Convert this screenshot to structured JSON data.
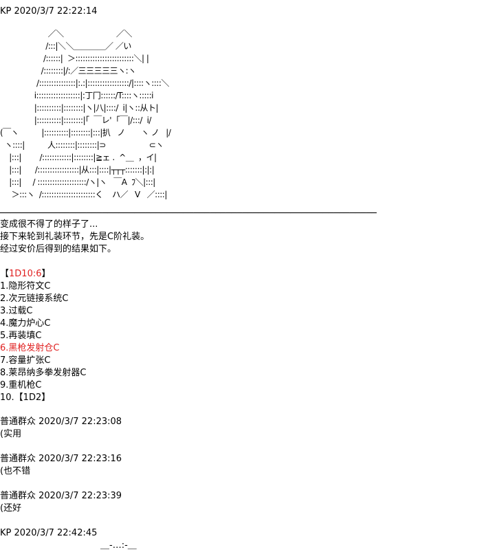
{
  "posts": {
    "kp_header_1": "KP 2020/3/7 22:22:14",
    "ascii_art": "                     ／＼                       ／＼\n                    /:::|＼＼＿＿＿＿／ ／い\n                   /::::::|  ＞::::::::::::::::::::::::＼| |\n                  /::::::::|/:／三三三三三ヽ:ヽ\n                /:::::::::::::::|:.:|:::::::::::::::::/|::::ヽ::::＼\n               i::::::::::::::::::|:丁冂::::::/T::::ヽ:::::i\n               |::::::::::|::::::::|ヽ|八|::::/  i|ヽ::从ト|\n               |::::::::::|::::::::|｢  ￣レ'  ｢￣|/:::/  i/\n(￣ヽ          |::::::::::|::::::::|:::|扒   ノ       ヽ ノ   |/\n  ヽ::::|          人::::::::|::::::::|⊃                   ⊂ヽ\n    |:::|        /::::::::::::|::::::::|≧ェ .  ^＿  ，イ|\n    |:::|      /:::::::::::::::::|从:::|::::|┬┬┬:::::::|:|:|\n    |:::|     / ::::::::::::::::::::/ヽ|ヽ   ￣A  ﾌ＼|:::|\n     ＞:::ヽ  /::::::::::::::::::::::く    ハ／   V   ／::::|",
    "divider": "──────────────────────────────────────────────────────────────────────",
    "narration_1": "变成很不得了的样子了...",
    "narration_2": "接下来轮到礼装环节，先是C阶礼装。",
    "narration_3": "经过安价后得到的结果如下。",
    "roll_open": "【",
    "roll_value": "1D10:6",
    "roll_close": "】",
    "list": [
      "1.隐形符文C",
      "2.次元链接系统C",
      "3.过载C",
      "4.魔力炉心C",
      "5.再装填C",
      "6.黑枪发射仓C",
      "7.容量扩张C",
      "8.莱昂纳多拳发射器C",
      "9.重机枪C",
      "10.【1D2】"
    ],
    "reply_1_header": "普通群众 2020/3/7 22:23:08",
    "reply_1_text": "(实用",
    "reply_2_header": "普通群众 2020/3/7 22:23:16",
    "reply_2_text": "(也不错",
    "reply_3_header": "普通群众 2020/3/7 22:23:39",
    "reply_3_text": "(还好",
    "kp_header_2": "KP 2020/3/7 22:42:45",
    "tail_fragment": "＿-…:-＿"
  },
  "colors": {
    "highlight": "#e02020",
    "text": "#000000",
    "background": "#ffffff"
  }
}
